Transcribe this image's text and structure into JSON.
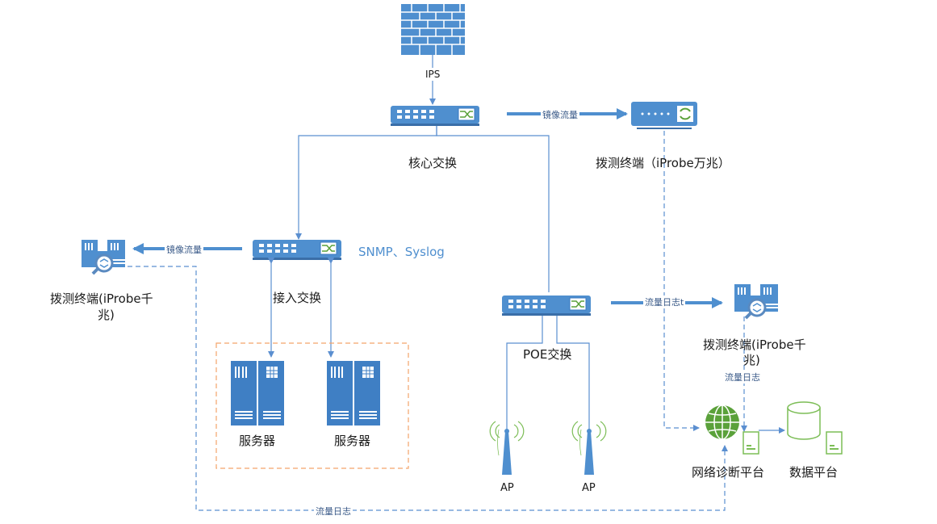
{
  "labels": {
    "ips": "IPS",
    "core_switch": "核心交换",
    "probe_10g": "拨测终端（iProbe万兆）",
    "access_switch": "接入交换",
    "snmp": "SNMP、Syslog",
    "probe_1g_left_line1": "拨测终端(iProbe千",
    "probe_1g_left_line2": "兆)",
    "poe_switch": "POE交换",
    "probe_1g_right_line1": "拨测终端(iProbe千",
    "probe_1g_right_line2": "兆)",
    "server1": "服务器",
    "server2": "服务器",
    "ap1": "AP",
    "ap2": "AP",
    "net_platform": "网络诊断平台",
    "data_platform": "数据平台"
  },
  "edges": {
    "mirror_top": "镜像流量",
    "mirror_left": "镜像流量",
    "flowlog_right": "流量日志",
    "flowlog_right_suffix": "t",
    "flowlog_vertical": "流量日志",
    "flowlog_bottom": "流量日志"
  },
  "colors": {
    "device_blue": "#4f8fcf",
    "line_blue": "#5b8fd0",
    "server_blue": "#3f7fc4",
    "globe_green": "#5aa13a",
    "db_green": "#7cbd56",
    "dash_orange": "#f4a46a"
  }
}
